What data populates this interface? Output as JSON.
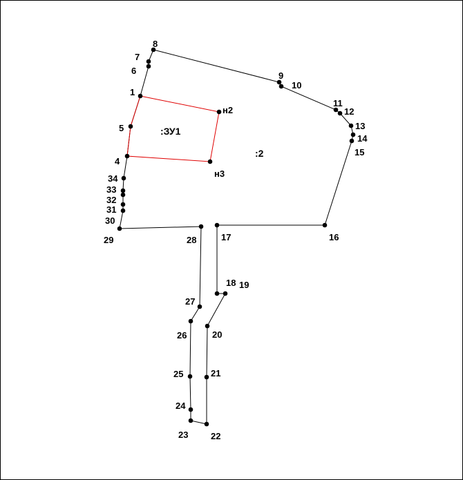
{
  "parcels": [
    {
      "id": "main",
      "label": ":2",
      "color": "#000000"
    },
    {
      "id": "zu1",
      "label": ":ЗУ1",
      "color": "#e00000"
    }
  ],
  "points": [
    {
      "name": "1"
    },
    {
      "name": "4"
    },
    {
      "name": "5"
    },
    {
      "name": "6"
    },
    {
      "name": "7"
    },
    {
      "name": "8"
    },
    {
      "name": "9"
    },
    {
      "name": "10"
    },
    {
      "name": "11"
    },
    {
      "name": "12"
    },
    {
      "name": "13"
    },
    {
      "name": "14"
    },
    {
      "name": "15"
    },
    {
      "name": "16"
    },
    {
      "name": "17"
    },
    {
      "name": "18"
    },
    {
      "name": "19"
    },
    {
      "name": "20"
    },
    {
      "name": "21"
    },
    {
      "name": "22"
    },
    {
      "name": "23"
    },
    {
      "name": "24"
    },
    {
      "name": "25"
    },
    {
      "name": "26"
    },
    {
      "name": "27"
    },
    {
      "name": "28"
    },
    {
      "name": "29"
    },
    {
      "name": "30"
    },
    {
      "name": "31"
    },
    {
      "name": "32"
    },
    {
      "name": "33"
    },
    {
      "name": "34"
    },
    {
      "name": "н2"
    },
    {
      "name": "н3"
    }
  ]
}
